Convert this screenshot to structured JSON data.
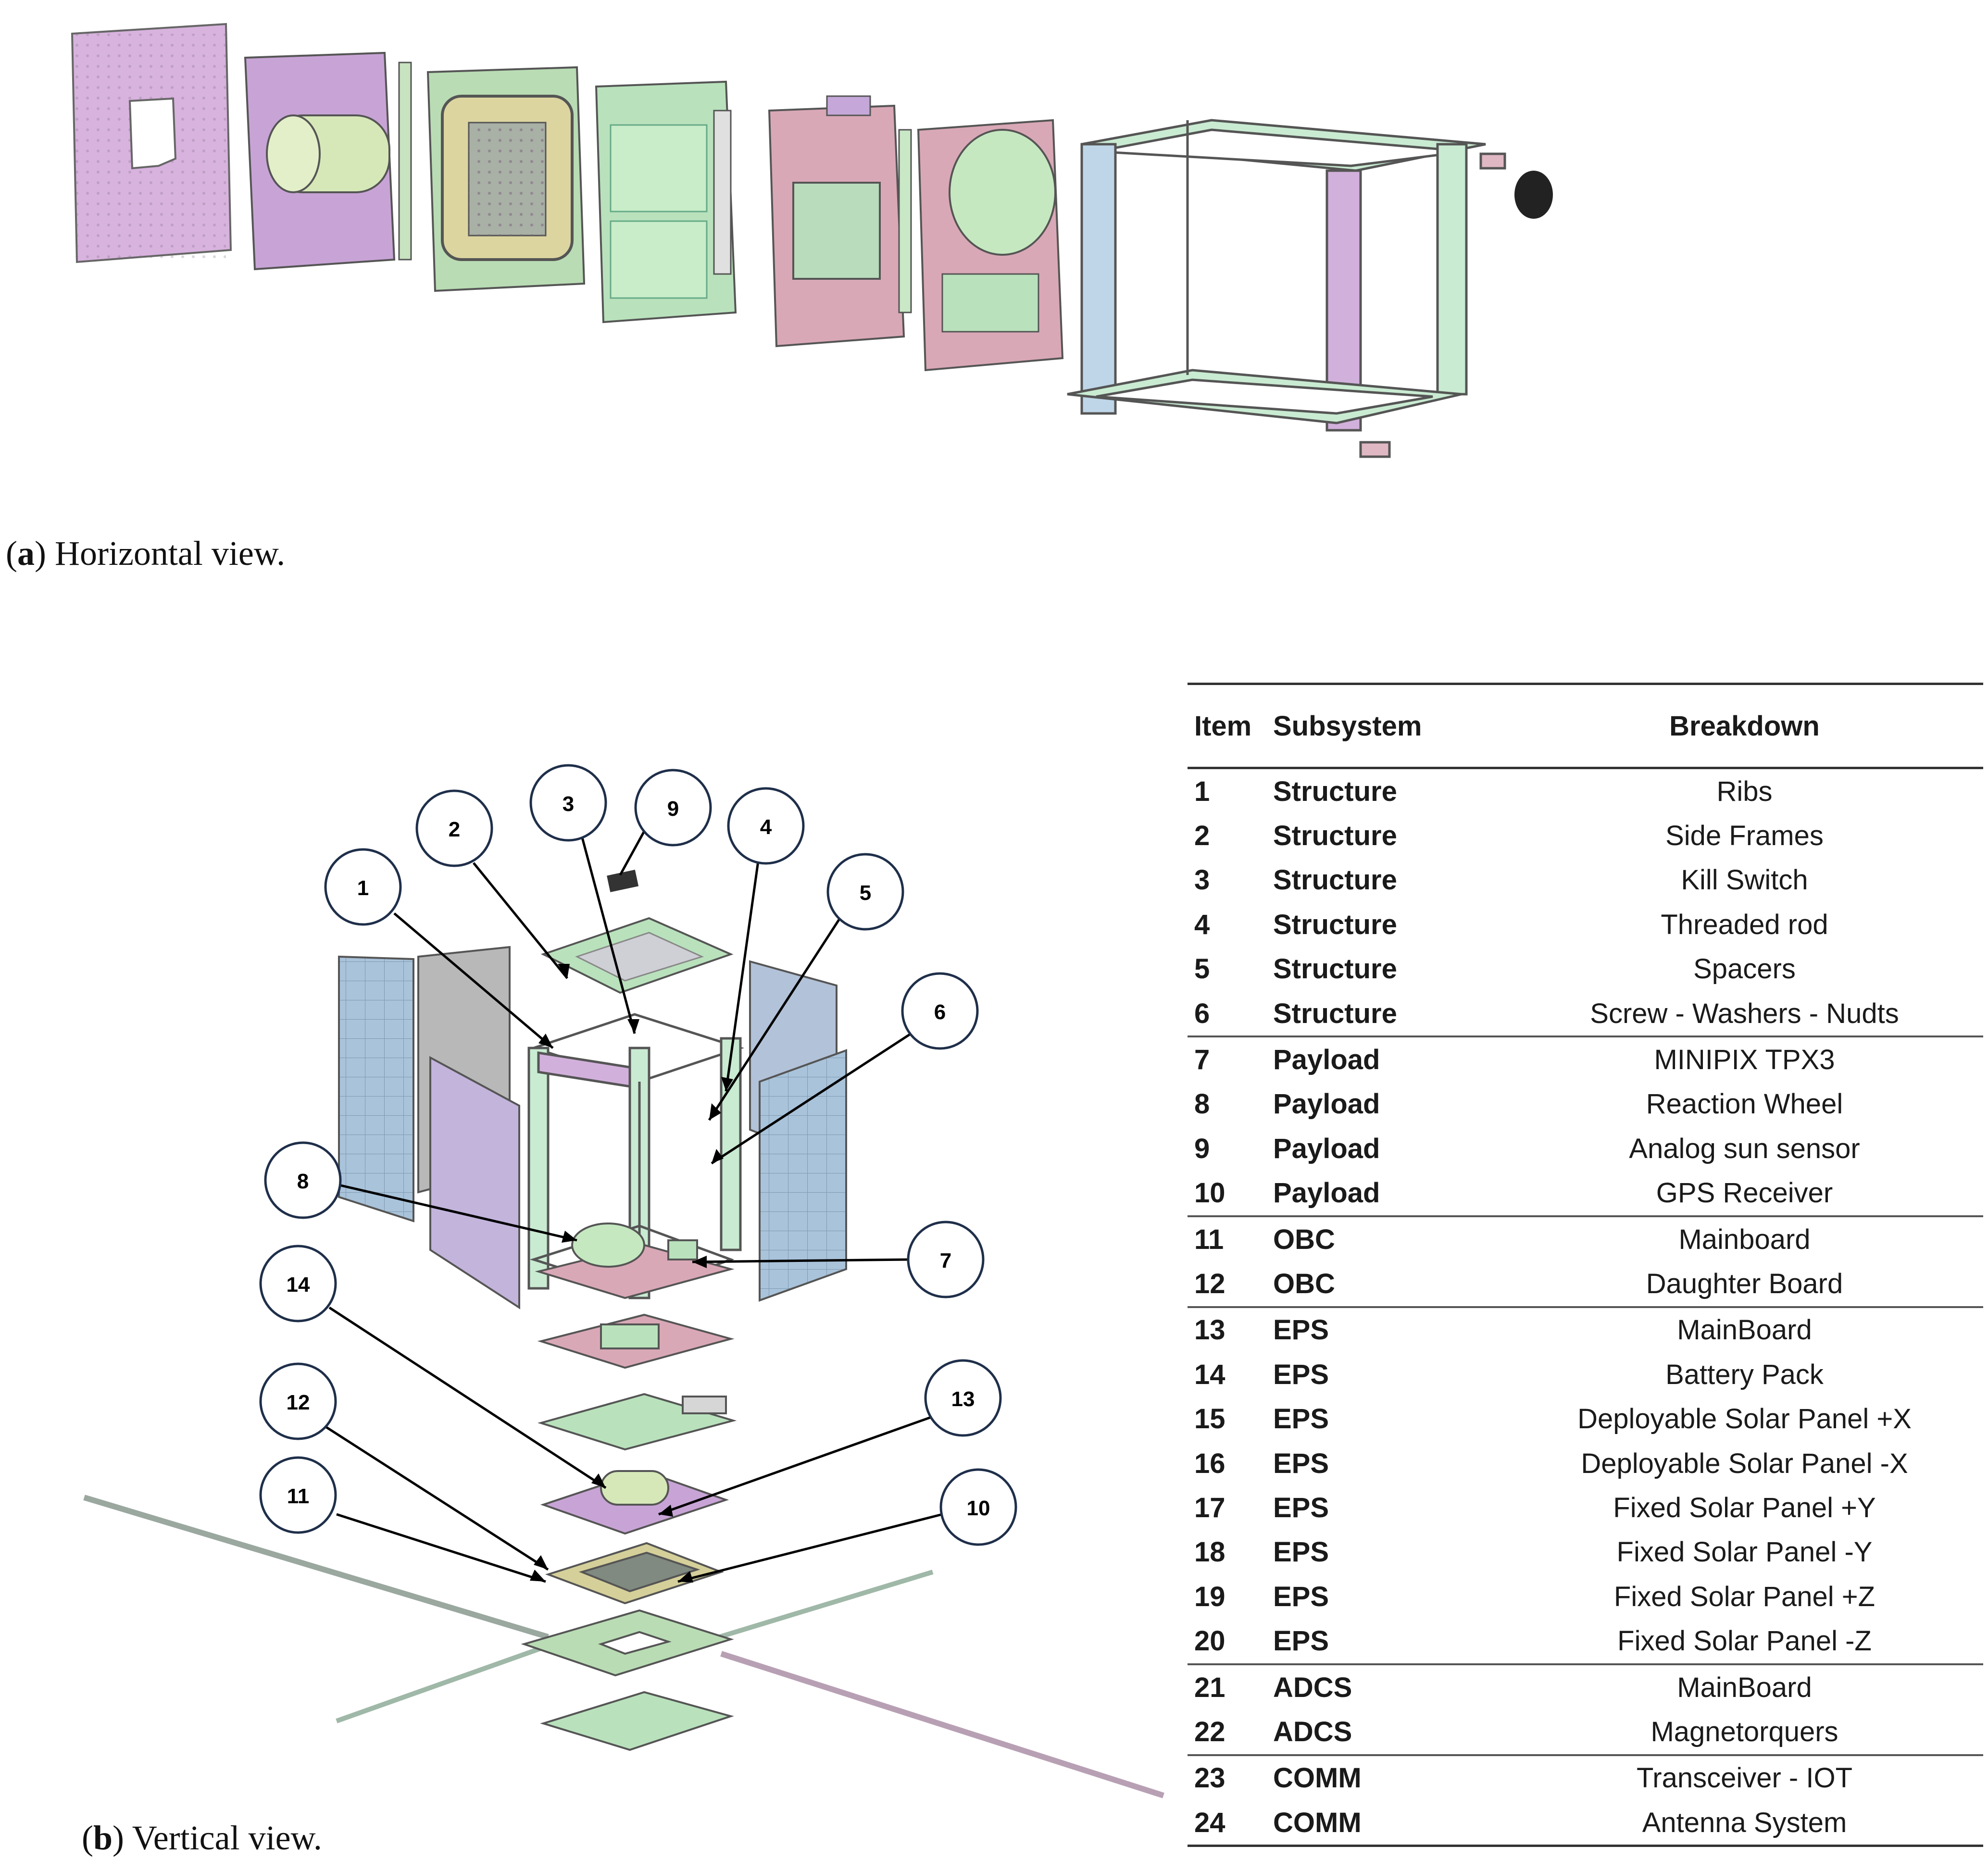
{
  "captions": {
    "a_letter": "a",
    "a_text": ") Horizontal view.",
    "b_letter": "b",
    "b_text": ") Vertical view."
  },
  "callouts": [
    "1",
    "2",
    "3",
    "9",
    "4",
    "5",
    "6",
    "8",
    "7",
    "14",
    "12",
    "13",
    "11",
    "10"
  ],
  "table": {
    "headers": [
      "Item",
      "Subsystem",
      "Breakdown"
    ],
    "rows": [
      [
        "1",
        "Structure",
        "Ribs"
      ],
      [
        "2",
        "Structure",
        "Side Frames"
      ],
      [
        "3",
        "Structure",
        "Kill Switch"
      ],
      [
        "4",
        "Structure",
        "Threaded rod"
      ],
      [
        "5",
        "Structure",
        "Spacers"
      ],
      [
        "6",
        "Structure",
        "Screw - Washers - Nudts"
      ],
      [
        "7",
        "Payload",
        "MINIPIX TPX3"
      ],
      [
        "8",
        "Payload",
        "Reaction Wheel"
      ],
      [
        "9",
        "Payload",
        "Analog sun sensor"
      ],
      [
        "10",
        "Payload",
        "GPS Receiver"
      ],
      [
        "11",
        "OBC",
        "Mainboard"
      ],
      [
        "12",
        "OBC",
        "Daughter Board"
      ],
      [
        "13",
        "EPS",
        "MainBoard"
      ],
      [
        "14",
        "EPS",
        "Battery Pack"
      ],
      [
        "15",
        "EPS",
        "Deployable Solar Panel +X"
      ],
      [
        "16",
        "EPS",
        "Deployable Solar Panel -X"
      ],
      [
        "17",
        "EPS",
        "Fixed Solar Panel +Y"
      ],
      [
        "18",
        "EPS",
        "Fixed Solar Panel -Y"
      ],
      [
        "19",
        "EPS",
        "Fixed Solar Panel +Z"
      ],
      [
        "20",
        "EPS",
        "Fixed Solar Panel -Z"
      ],
      [
        "21",
        "ADCS",
        "MainBoard"
      ],
      [
        "22",
        "ADCS",
        "Magnetorquers"
      ],
      [
        "23",
        "COMM",
        "Transceiver - IOT"
      ],
      [
        "24",
        "COMM",
        "Antenna System"
      ]
    ]
  },
  "colors": {
    "structure": "#c9ebd2",
    "frame_purple": "#c9a8d8",
    "board_pink": "#d9a8b6",
    "board_green": "#b9e2bc",
    "panel_blue": "#a9c3da",
    "outline": "#333333"
  }
}
